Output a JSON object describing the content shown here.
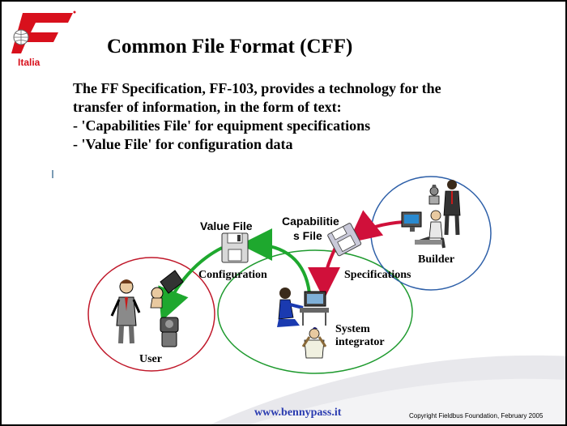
{
  "logo": {
    "text": "Italia",
    "brand_color": "#d8101c"
  },
  "title": "Common File Format (CFF)",
  "body_lines": [
    "The FF Specification, FF-103, provides a technology for the",
    "transfer of information, in the form of text:",
    "- 'Capabilities File' for equipment specifications",
    "- 'Value File' for configuration data"
  ],
  "diagram": {
    "value_file_label": "Value File",
    "capabilities_label_line1": "Capabilitie",
    "capabilities_label_line2": "s File",
    "configuration_label": "Configuration",
    "specifications_label": "Specifications",
    "user_label": "User",
    "builder_label": "Builder",
    "system_integrator_line1": "System",
    "system_integrator_line2": "integrator",
    "colors": {
      "user_circle": "#c0182a",
      "integrator_circle": "#1e9a2e",
      "builder_circle": "#2d5fa8",
      "green_arrow": "#1ea82e",
      "red_arrow": "#d0103a"
    }
  },
  "footer": {
    "url": "www.bennypass.it",
    "copyright": "Copyright Fieldbus Foundation,  February 2005"
  }
}
